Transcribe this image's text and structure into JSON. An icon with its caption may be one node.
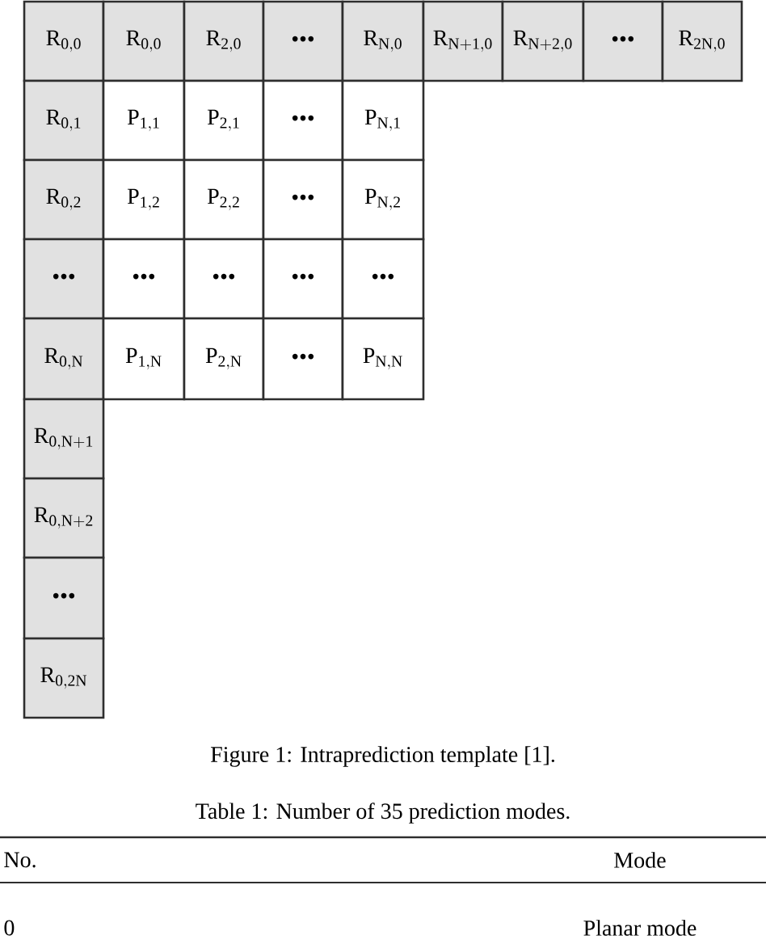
{
  "diagram": {
    "caption": "Figure 1: Intraprediction template [1].",
    "nodes": [
      {
        "text": [
          "\\mathrm{R}_{\\mathrm{0, 0}}"
        ]
      },
      {
        "text": [
          "\\mathrm{R}_{\\mathrm{0, 0}}"
        ]
      },
      {
        "text": [
          "\\mathrm{R}_{\\mathrm{2, 0}}"
        ]
      },
      {
        "text": [
          "•••"
        ]
      },
      {
        "text": [
          "\\mathrm{R}_{\\mathrm{N, 0}}"
        ]
      },
      {
        "text": [
          "\\mathrm{R}_{\\mathrm{N + 1, 0}}"
        ]
      },
      {
        "text": [
          "\\mathrm{R}_{\\mathrm{N + 2, 0}}"
        ]
      },
      {
        "text": [
          "•••"
        ]
      },
      {
        "text": [
          "\\mathrm{R}_{\\mathrm{2N, 0}}"
        ]
      },
      {
        "text": [
          "\\mathrm{R}_{\\mathrm{0, 1}}"
        ]
      },
      {
        "text": [
          "\\mathrm{P}_{\\mathrm{1, 1}}"
        ]
      },
      {
        "text": [
          "\\mathrm{P}_{\\mathrm{2, 1}}"
        ]
      },
      {
        "text": [
          "•••"
        ]
      },
      {
        "text": [
          "\\mathrm{P}_{\\mathrm{N, 1}}"
        ]
      },
      {
        "text": [
          "\\mathrm{R}_{\\mathrm{0, 2}}"
        ]
      },
      {
        "text": [
          "\\mathrm{P}_{\\mathrm{1, 2}}"
        ]
      },
      {
        "text": [
          "\\mathrm{P}_{\\mathrm{2, 2}}"
        ]
      },
      {
        "text": [
          "•••"
        ]
      },
      {
        "text": [
          "\\mathrm{P}_{\\mathrm{N, 2}}"
        ]
      },
      {
        "text": [
          "•••"
        ]
      },
      {
        "text": [
          "•••"
        ]
      },
      {
        "text": [
          "•••"
        ]
      },
      {
        "text": [
          "•••"
        ]
      },
      {
        "text": [
          "•••"
        ]
      },
      {
        "text": [
          "\\mathrm{R}_{\\mathrm{0, N}}"
        ]
      },
      {
        "text": [
          "\\mathrm{P}_{\\mathrm{1, N}}"
        ]
      },
      {
        "text": [
          "\\mathrm{P}_{\\mathrm{2, N}}"
        ]
      },
      {
        "text": [
          "•••"
        ]
      },
      {
        "text": [
          "\\mathrm{P}_{\\mathrm{N, N}}"
        ]
      },
      {
        "text": [
          "\\mathrm{R}_{\\mathrm{0, N + 1}}"
        ]
      },
      {
        "text": [
          "\\mathrm{R}_{\\mathrm{0, N + 2}}"
        ]
      },
      {
        "text": [
          "•••"
        ]
      },
      {
        "text": [
          "\\mathrm{R}_{\\mathrm{0, 2N}}"
        ]
      }
    ],
    "labels": [
      "Table 1: Number of 35 prediction modes.",
      "No.",
      "Mode",
      "0",
      "Planar mode"
    ]
  }
}
